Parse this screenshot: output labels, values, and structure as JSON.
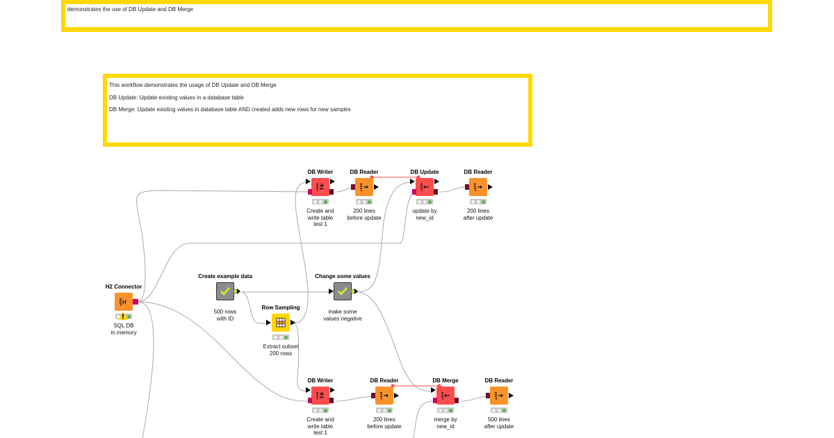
{
  "annotations": {
    "top": {
      "text": "demonstrates the use of DB Update and DB  Merge",
      "border_color": "#ffd800"
    },
    "main": {
      "lines": [
        "This workflow demonstrates the usage of DB Update and DB Merge",
        "DB Update: Update existing values in a database table",
        "DB Merge: Update existing values in database table AND created adds new rows for new samples"
      ],
      "border_color": "#ffd800"
    }
  },
  "colors": {
    "db_manipulator": "#ff4d4d",
    "db_reader": "#f9922b",
    "db_connector": "#f9922b",
    "metanode": "#8c8c8c",
    "manipulator": "#ffd500",
    "db_port": "#6b0f2b",
    "connection_port": "#cc0066",
    "flow_variable": "#ff4d4d",
    "status_green": "#56b749",
    "wire": "#a8a8a8"
  },
  "nodes": {
    "h2": {
      "title": "H2 Connector",
      "label": [
        "SQL DB",
        "in memory"
      ],
      "icon": "h2-db-icon",
      "status": "warning"
    },
    "create_data": {
      "title": "Create example data",
      "label": [
        "500 rows",
        "with ID"
      ],
      "icon": "metanode-check-icon"
    },
    "row_sampling": {
      "title": "Row Sampling",
      "label": [
        "Extract subset",
        "200 rows"
      ],
      "icon": "table-sampling-icon",
      "status": "executed"
    },
    "change_values": {
      "title": "Change some values",
      "label": [
        "make some",
        "values negative"
      ],
      "icon": "metanode-check-icon"
    },
    "writer1": {
      "title": "DB Writer",
      "label": [
        "Create and",
        "write table",
        "test 1"
      ],
      "icon": "db-writer-icon",
      "status": "executed"
    },
    "reader1": {
      "title": "DB Reader",
      "label": [
        "200 lines",
        "before update"
      ],
      "icon": "db-reader-icon",
      "status": "executed"
    },
    "update": {
      "title": "DB Update",
      "label": [
        "update by",
        "new_id"
      ],
      "icon": "db-update-icon",
      "status": "executed"
    },
    "reader2": {
      "title": "DB Reader",
      "label": [
        "200 lines",
        "after update"
      ],
      "icon": "db-reader-icon",
      "status": "executed"
    },
    "writer2": {
      "title": "DB Writer",
      "label": [
        "Create and",
        "write table",
        "test 1"
      ],
      "icon": "db-writer-icon",
      "status": "executed"
    },
    "reader3": {
      "title": "DB Reader",
      "label": [
        "200 lines",
        "before update"
      ],
      "icon": "db-reader-icon",
      "status": "executed"
    },
    "merge": {
      "title": "DB Merge",
      "label": [
        "merge by",
        "new_id"
      ],
      "icon": "db-merge-icon",
      "status": "executed"
    },
    "reader4": {
      "title": "DB Reader",
      "label": [
        "500 lines",
        "after update"
      ],
      "icon": "db-reader-icon",
      "status": "executed"
    }
  }
}
